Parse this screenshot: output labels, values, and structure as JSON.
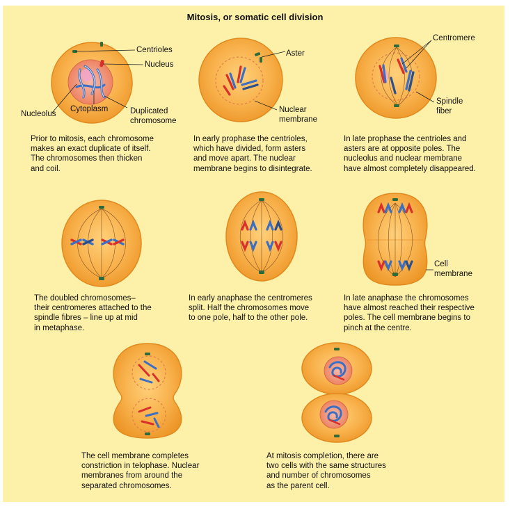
{
  "title": "Mitosis, or somatic cell division",
  "labels": {
    "centrioles": "Centrioles",
    "nucleus": "Nucleus",
    "nucleolus": "Nucleolus",
    "cytoplasm": "Cytoplasm",
    "duplicated_chromosome": [
      "Duplicated",
      "chromosome"
    ],
    "aster": "Aster",
    "nuclear_membrane": [
      "Nuclear",
      "membrane"
    ],
    "centromere": "Centromere",
    "spindle_fiber": [
      "Spindle",
      "fiber"
    ],
    "cell_membrane": [
      "Cell",
      "membrane"
    ]
  },
  "captions": {
    "interphase": [
      "Prior to mitosis, each chromosome",
      "makes an exact duplicate of itself.",
      "The chromosomes then thicken",
      "and coil."
    ],
    "early_prophase": [
      "In early prophase the centrioles,",
      "which have divided, form asters",
      "and move apart. The nuclear",
      "membrane begins to disintegrate."
    ],
    "late_prophase": [
      "In late prophase the centrioles and",
      "asters are at opposite poles. The",
      "nucleolus and nuclear membrane",
      "have almost completely disappeared."
    ],
    "metaphase": [
      "The doubled chromosomes–",
      "their centromeres attached to the",
      "spindle fibres – line up at mid",
      "in metaphase."
    ],
    "early_anaphase": [
      "In early anaphase the centromeres",
      "split. Half the chromosomes move",
      "to one pole, half to the other pole."
    ],
    "late_anaphase": [
      "In late anaphase the chromosomes",
      "have almost reached their respective",
      "poles. The cell membrane begins to",
      "pinch at the centre."
    ],
    "telophase": [
      "The cell membrane completes",
      "constriction in telophase. Nuclear",
      "membranes from around the",
      "separated chromosomes."
    ],
    "completion": [
      "At mitosis completion, there are",
      "two cells with the same structures",
      "and number of chromosomes",
      "as the parent cell."
    ]
  },
  "colors": {
    "background": "#fdf0a9",
    "cell_fill": "#f6a332",
    "cell_edge": "#e08a1e",
    "nucleus_fill": "#f18d6a",
    "chromosome_blue": "#3a6fc4",
    "chromosome_red": "#d9302b",
    "centriole": "#2f6b3a"
  }
}
